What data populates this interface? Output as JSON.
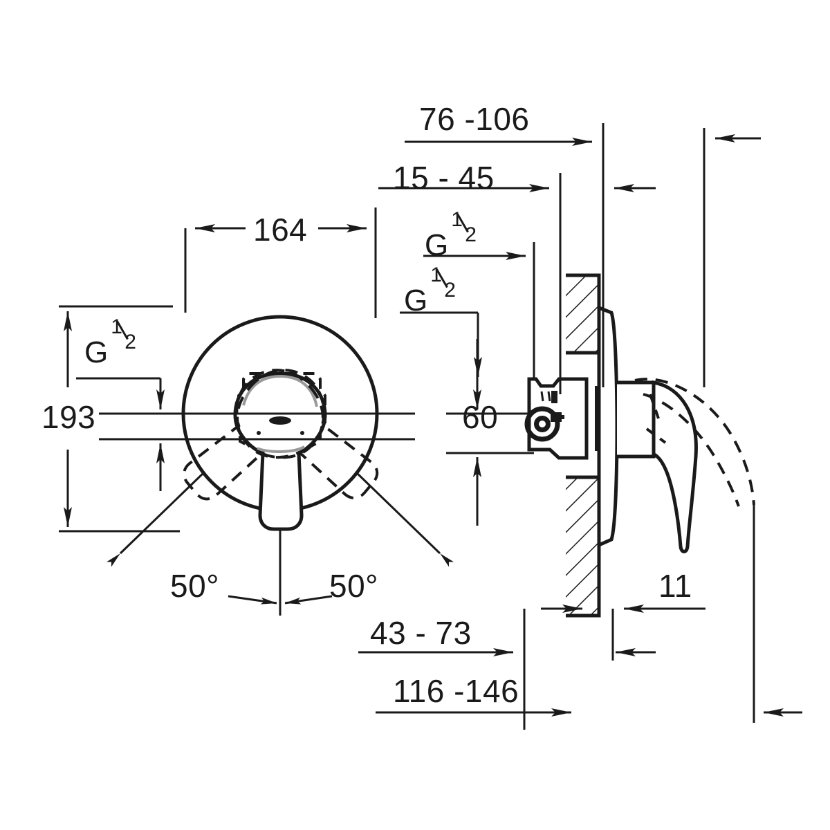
{
  "drawing": {
    "title": "Concealed single-lever shower mixer dimensional drawing",
    "units": "mm",
    "line_color": "#1a1a1a",
    "background": "#ffffff"
  },
  "dimensions": {
    "d_76_106": "76 -106",
    "d_15_45": "15 - 45",
    "d_164": "164",
    "d_193": "193",
    "d_60": "60",
    "d_11": "11",
    "d_43_73": "43 - 73",
    "d_116_146": "116 -146",
    "angle_left": "50°",
    "angle_right": "50°"
  },
  "thread_labels": {
    "g_left": {
      "letter": "G",
      "numerator": "1",
      "denominator": "2"
    },
    "g_mid_upper": {
      "letter": "G",
      "numerator": "1",
      "denominator": "2"
    },
    "g_mid_lower": {
      "letter": "G",
      "numerator": "1",
      "denominator": "2"
    }
  },
  "views": {
    "front": {
      "name": "front-view",
      "features": [
        "escutcheon-plate-circle",
        "handle-lever",
        "cartridge-outline-dashed",
        "rotation-positions-dashed"
      ]
    },
    "side": {
      "name": "side-section-view",
      "features": [
        "wall-hatching",
        "escutcheon-plate",
        "valve-body",
        "inlet-port",
        "set-screw",
        "handle-lever",
        "handle-raised-dashed"
      ]
    }
  }
}
